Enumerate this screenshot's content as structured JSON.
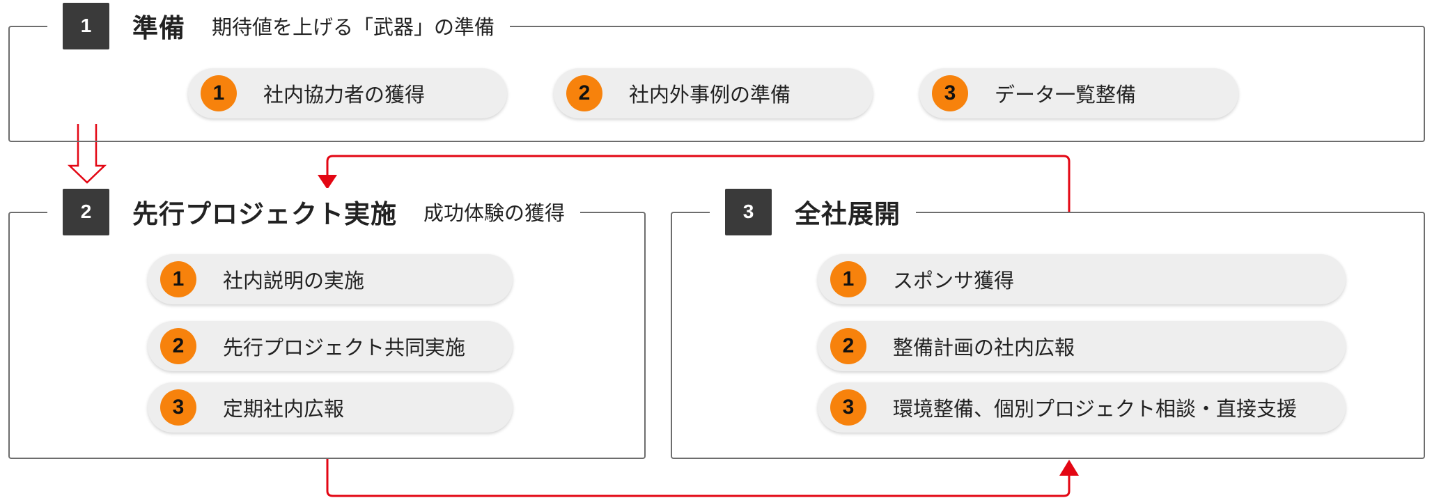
{
  "colors": {
    "accent": "#f7820c",
    "arrow": "#e30613",
    "box": "#3a3a3a",
    "frame": "#6d6d6d"
  },
  "sections": [
    {
      "num": "1",
      "title": "準備",
      "subtitle": "期待値を上げる「武器」の準備",
      "items": [
        {
          "num": "1",
          "label": "社内協力者の獲得"
        },
        {
          "num": "2",
          "label": "社内外事例の準備"
        },
        {
          "num": "3",
          "label": "データ一覧整備"
        }
      ]
    },
    {
      "num": "2",
      "title": "先行プロジェクト実施",
      "subtitle": "成功体験の獲得",
      "items": [
        {
          "num": "1",
          "label": "社内説明の実施"
        },
        {
          "num": "2",
          "label": "先行プロジェクト共同実施"
        },
        {
          "num": "3",
          "label": "定期社内広報"
        }
      ]
    },
    {
      "num": "3",
      "title": "全社展開",
      "subtitle": "",
      "items": [
        {
          "num": "1",
          "label": "スポンサ獲得"
        },
        {
          "num": "2",
          "label": "整備計画の社内広報"
        },
        {
          "num": "3",
          "label": "環境整備、個別プロジェクト相談・直接支援"
        }
      ]
    }
  ]
}
